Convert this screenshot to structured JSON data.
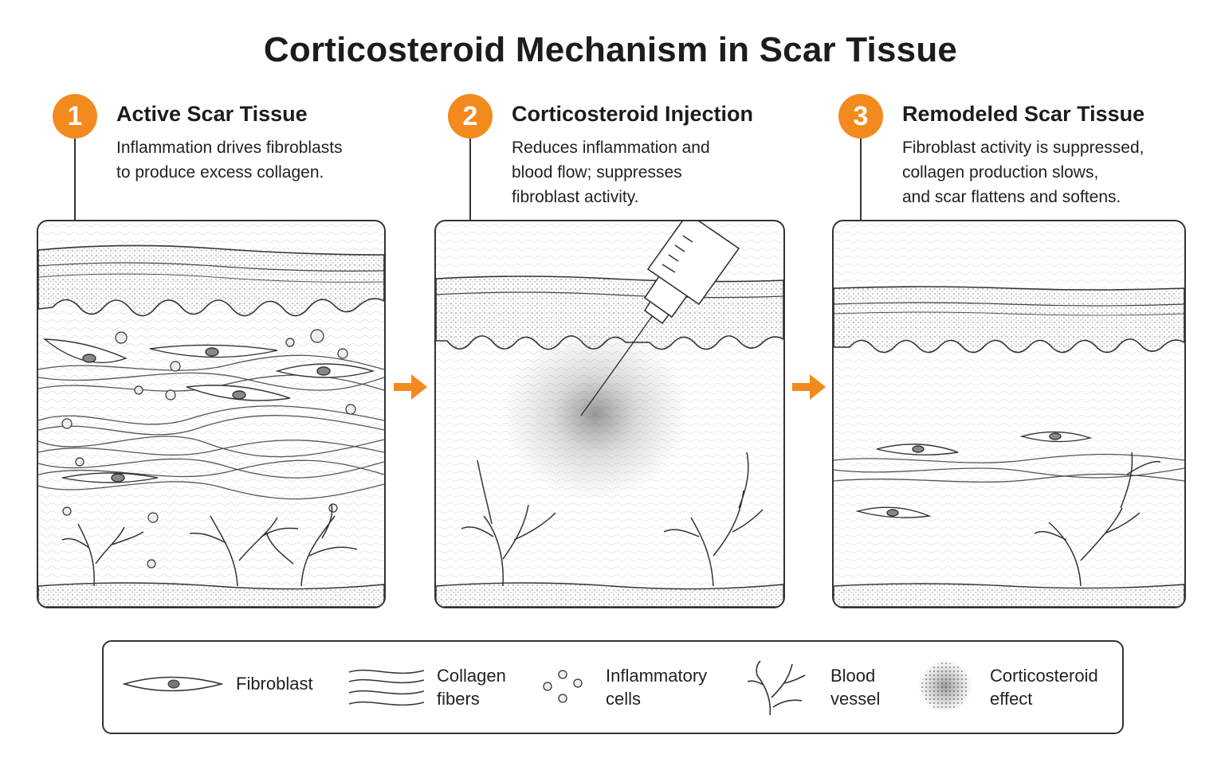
{
  "title": "Corticosteroid Mechanism in Scar Tissue",
  "colors": {
    "accent": "#F28A1E",
    "ink": "#333333"
  },
  "steps": [
    {
      "number": "1",
      "heading": "Active Scar Tissue",
      "lines": [
        "Inflammation drives fibroblasts",
        "to produce excess collagen."
      ]
    },
    {
      "number": "2",
      "heading": "Corticosteroid Injection",
      "lines": [
        "Reduces inflammation and",
        "blood flow; suppresses",
        "fibroblast activity."
      ]
    },
    {
      "number": "3",
      "heading": "Remodeled Scar Tissue",
      "lines": [
        "Fibroblast activity  is suppressed,",
        "collagen production slows,",
        "and scar flattens and softens."
      ]
    }
  ],
  "legend": [
    {
      "icon": "fibroblast-icon",
      "lines": [
        "Fibroblast"
      ]
    },
    {
      "icon": "collagen-fibers-icon",
      "lines": [
        "Collagen",
        "fibers"
      ]
    },
    {
      "icon": "inflammatory-cells-icon",
      "lines": [
        "Inflammatory",
        "cells"
      ]
    },
    {
      "icon": "blood-vessel-icon",
      "lines": [
        "Blood",
        "vessel"
      ]
    },
    {
      "icon": "corticosteroid-effect-icon",
      "lines": [
        "Corticosteroid",
        "effect"
      ]
    }
  ]
}
